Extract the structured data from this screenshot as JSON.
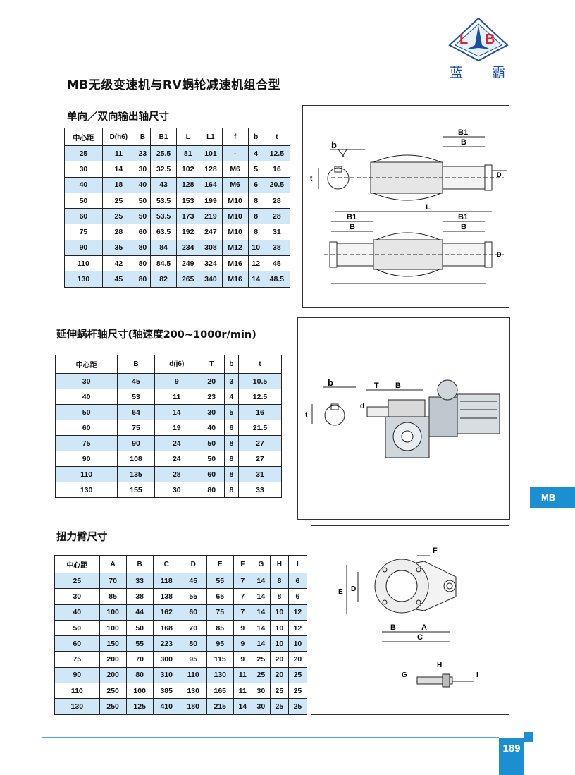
{
  "brand": {
    "logo_letters": "LB",
    "logo_cn": [
      "蓝",
      "霸"
    ],
    "accent": "#1b8fd2",
    "logo_red": "#d9232e"
  },
  "page_title": "MB无级变速机与RV蜗轮减速机组合型",
  "side_tab": "MB",
  "page_number": "189",
  "sections": {
    "output_shaft": {
      "title": "单向／双向输出轴尺寸",
      "headers": [
        "中心距",
        "D(h6)",
        "B",
        "B1",
        "L",
        "L1",
        "f",
        "b",
        "t"
      ],
      "rows": [
        [
          "25",
          "11",
          "23",
          "25.5",
          "81",
          "101",
          "-",
          "4",
          "12.5"
        ],
        [
          "30",
          "14",
          "30",
          "32.5",
          "102",
          "128",
          "M6",
          "5",
          "16"
        ],
        [
          "40",
          "18",
          "40",
          "43",
          "128",
          "164",
          "M6",
          "6",
          "20.5"
        ],
        [
          "50",
          "25",
          "50",
          "53.5",
          "153",
          "199",
          "M10",
          "8",
          "28"
        ],
        [
          "60",
          "25",
          "50",
          "53.5",
          "173",
          "219",
          "M10",
          "8",
          "28"
        ],
        [
          "75",
          "28",
          "60",
          "63.5",
          "192",
          "247",
          "M10",
          "8",
          "31"
        ],
        [
          "90",
          "35",
          "80",
          "84",
          "234",
          "308",
          "M12",
          "10",
          "38"
        ],
        [
          "110",
          "42",
          "80",
          "84.5",
          "249",
          "324",
          "M16",
          "12",
          "45"
        ],
        [
          "130",
          "45",
          "80",
          "82",
          "265",
          "340",
          "M16",
          "14",
          "48.5"
        ]
      ],
      "figure_labels": {
        "b": "b",
        "t": "t",
        "D": "D",
        "B1": "B1",
        "B": "B",
        "L": "L"
      }
    },
    "worm_shaft": {
      "title": "延伸蜗杆轴尺寸(轴速度200~1000r/min)",
      "headers": [
        "中心距",
        "B",
        "d(j6)",
        "T",
        "b",
        "t"
      ],
      "rows": [
        [
          "30",
          "45",
          "9",
          "20",
          "3",
          "10.5"
        ],
        [
          "40",
          "53",
          "11",
          "23",
          "4",
          "12.5"
        ],
        [
          "50",
          "64",
          "14",
          "30",
          "5",
          "16"
        ],
        [
          "60",
          "75",
          "19",
          "40",
          "6",
          "21.5"
        ],
        [
          "75",
          "90",
          "24",
          "50",
          "8",
          "27"
        ],
        [
          "90",
          "108",
          "24",
          "50",
          "8",
          "27"
        ],
        [
          "110",
          "135",
          "28",
          "60",
          "8",
          "31"
        ],
        [
          "130",
          "155",
          "30",
          "80",
          "8",
          "33"
        ]
      ],
      "figure_labels": {
        "b": "b",
        "t": "t",
        "d": "d",
        "T": "T",
        "B": "B"
      }
    },
    "torque_arm": {
      "title": "扭力臂尺寸",
      "headers": [
        "中心距",
        "A",
        "B",
        "C",
        "D",
        "E",
        "F",
        "G",
        "H",
        "I"
      ],
      "rows": [
        [
          "25",
          "70",
          "33",
          "118",
          "45",
          "55",
          "7",
          "14",
          "8",
          "6"
        ],
        [
          "30",
          "85",
          "38",
          "138",
          "55",
          "65",
          "7",
          "14",
          "8",
          "6"
        ],
        [
          "40",
          "100",
          "44",
          "162",
          "60",
          "75",
          "7",
          "14",
          "10",
          "12"
        ],
        [
          "50",
          "100",
          "50",
          "168",
          "70",
          "85",
          "9",
          "14",
          "10",
          "12"
        ],
        [
          "60",
          "150",
          "55",
          "223",
          "80",
          "95",
          "9",
          "14",
          "10",
          "10"
        ],
        [
          "75",
          "200",
          "70",
          "300",
          "95",
          "115",
          "9",
          "25",
          "20",
          "20"
        ],
        [
          "90",
          "200",
          "80",
          "310",
          "110",
          "130",
          "11",
          "25",
          "20",
          "25"
        ],
        [
          "110",
          "250",
          "100",
          "385",
          "130",
          "165",
          "11",
          "30",
          "25",
          "25"
        ],
        [
          "130",
          "250",
          "125",
          "410",
          "180",
          "215",
          "14",
          "30",
          "25",
          "25"
        ]
      ],
      "figure_labels": {
        "F": "F",
        "E": "E",
        "D": "D",
        "B": "B",
        "A": "A",
        "C": "C",
        "G": "G",
        "H": "H",
        "I": "I"
      }
    }
  }
}
